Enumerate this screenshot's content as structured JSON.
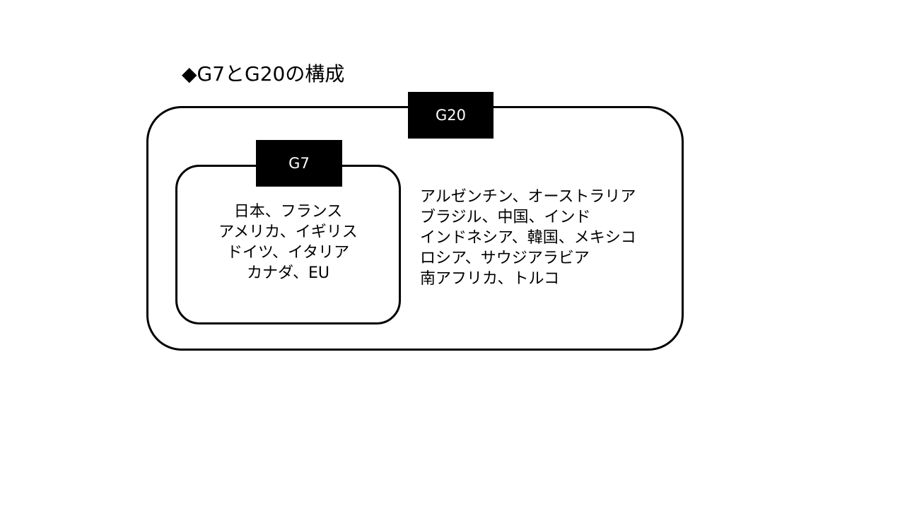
{
  "title": "◆G7とG20の構成",
  "g20": {
    "label": "G20",
    "members": [
      "アルゼンチン、オーストラリア",
      "ブラジル、中国、インド",
      "インドネシア、韓国、メキシコ",
      "ロシア、サウジアラビア",
      "南アフリカ、トルコ"
    ]
  },
  "g7": {
    "label": "G7",
    "members": [
      "日本、フランス",
      "アメリカ、イギリス",
      "ドイツ、イタリア",
      "カナダ、EU"
    ]
  }
}
